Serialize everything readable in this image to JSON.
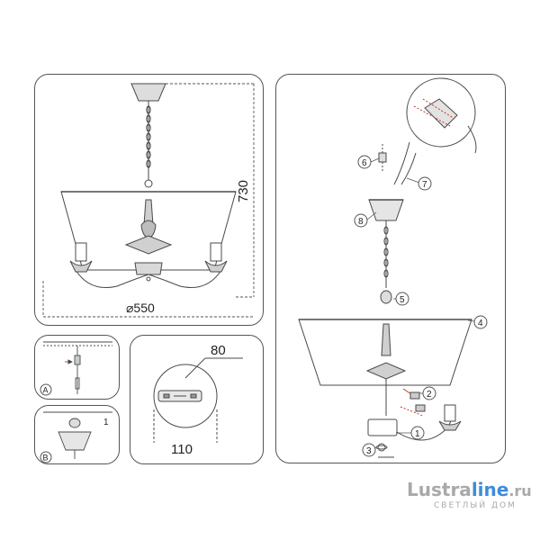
{
  "dimensions": {
    "height": "730",
    "diameter": "⌀550",
    "mount_height": "80",
    "mount_width": "110"
  },
  "callouts": [
    "1",
    "2",
    "3",
    "4",
    "5",
    "6",
    "7",
    "8"
  ],
  "panel_labels": {
    "a": "A",
    "b": "B"
  },
  "small_mark": "1",
  "watermark": {
    "main_a": "Lustra",
    "main_b": "line",
    "tld": ".ru",
    "tagline": "СВЕТЛЫЙ ДОМ"
  },
  "colors": {
    "line": "#4a4a4a",
    "watermark_gray": "#a9a9a9",
    "watermark_blue": "#3c8dd8",
    "accent_red": "#c0392b"
  }
}
